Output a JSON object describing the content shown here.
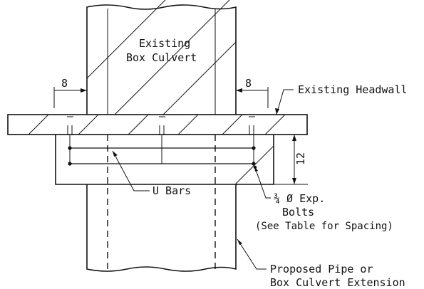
{
  "labels": {
    "existing_culvert_line1": "Existing",
    "existing_culvert_line2": "Box Culvert",
    "existing_headwall": "Existing Headwall",
    "dim_left": "8",
    "dim_right": "8",
    "dim_height": "12",
    "u_bars": "U Bars",
    "bolts_line1": "¾ Ø Exp.",
    "bolts_line2": "Bolts",
    "bolts_line3": "(See Table for Spacing)",
    "proposed_line1": "Proposed Pipe or",
    "proposed_line2": "Box Culvert Extension"
  }
}
